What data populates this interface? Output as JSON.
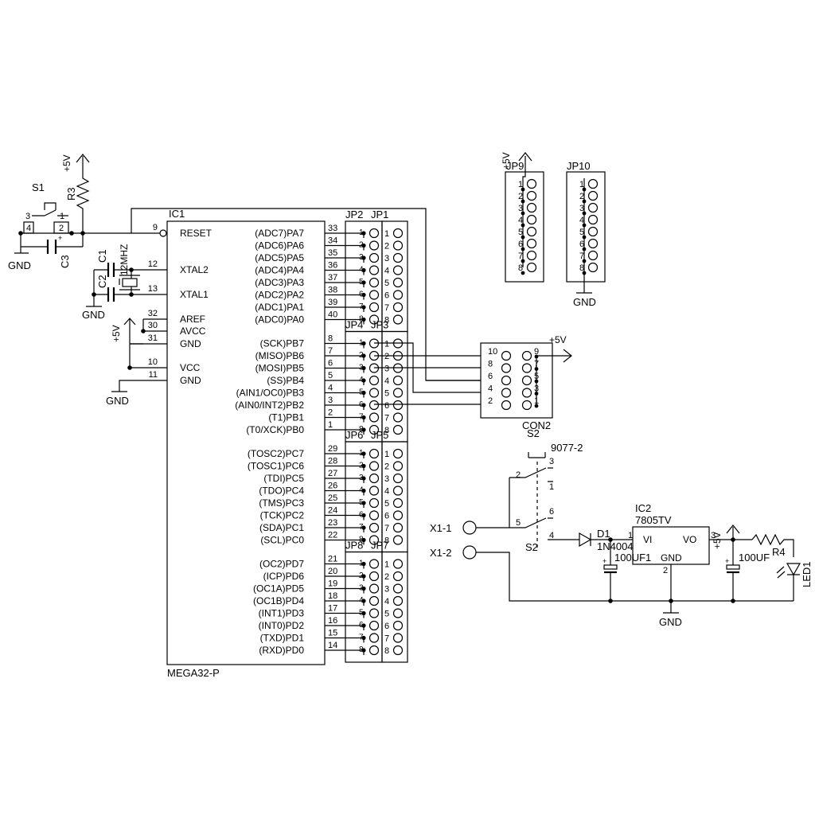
{
  "ic1": {
    "ref": "IC1",
    "part": "MEGA32-P",
    "left_pins": [
      {
        "num": "9",
        "name": "RESET"
      },
      {
        "num": "12",
        "name": "XTAL2"
      },
      {
        "num": "13",
        "name": "XTAL1"
      },
      {
        "num": "32",
        "name": "AREF"
      },
      {
        "num": "30",
        "name": "AVCC"
      },
      {
        "num": "31",
        "name": "GND"
      },
      {
        "num": "10",
        "name": "VCC"
      },
      {
        "num": "11",
        "name": "GND"
      }
    ],
    "right_pins": [
      {
        "num": "33",
        "name": "(ADC7)PA7"
      },
      {
        "num": "34",
        "name": "(ADC6)PA6"
      },
      {
        "num": "35",
        "name": "(ADC5)PA5"
      },
      {
        "num": "36",
        "name": "(ADC4)PA4"
      },
      {
        "num": "37",
        "name": "(ADC3)PA3"
      },
      {
        "num": "38",
        "name": "(ADC2)PA2"
      },
      {
        "num": "39",
        "name": "(ADC1)PA1"
      },
      {
        "num": "40",
        "name": "(ADC0)PA0"
      },
      {
        "num": "8",
        "name": "(SCK)PB7"
      },
      {
        "num": "7",
        "name": "(MISO)PB6"
      },
      {
        "num": "6",
        "name": "(MOSI)PB5"
      },
      {
        "num": "5",
        "name": "(SS)PB4"
      },
      {
        "num": "4",
        "name": "(AIN1/OC0)PB3"
      },
      {
        "num": "3",
        "name": "(AIN0/INT2)PB2"
      },
      {
        "num": "2",
        "name": "(T1)PB1"
      },
      {
        "num": "1",
        "name": "(T0/XCK)PB0"
      },
      {
        "num": "29",
        "name": "(TOSC2)PC7"
      },
      {
        "num": "28",
        "name": "(TOSC1)PC6"
      },
      {
        "num": "27",
        "name": "(TDI)PC5"
      },
      {
        "num": "26",
        "name": "(TDO)PC4"
      },
      {
        "num": "25",
        "name": "(TMS)PC3"
      },
      {
        "num": "24",
        "name": "(TCK)PC2"
      },
      {
        "num": "23",
        "name": "(SDA)PC1"
      },
      {
        "num": "22",
        "name": "(SCL)PC0"
      },
      {
        "num": "21",
        "name": "(OC2)PD7"
      },
      {
        "num": "20",
        "name": "(ICP)PD6"
      },
      {
        "num": "19",
        "name": "(OC1A)PD5"
      },
      {
        "num": "18",
        "name": "(OC1B)PD4"
      },
      {
        "num": "17",
        "name": "(INT1)PD3"
      },
      {
        "num": "16",
        "name": "(INT0)PD2"
      },
      {
        "num": "15",
        "name": "(TXD)PD1"
      },
      {
        "num": "14",
        "name": "(RXD)PD0"
      }
    ]
  },
  "headers": {
    "block_a": [
      "JP2",
      "JP1"
    ],
    "block_b": [
      "JP4",
      "JP3"
    ],
    "block_c": [
      "JP6",
      "JP5"
    ],
    "block_d": [
      "JP8",
      "JP7"
    ],
    "pin_numbers": [
      "1",
      "2",
      "3",
      "4",
      "5",
      "6",
      "7",
      "8"
    ]
  },
  "jp9": {
    "ref": "JP9",
    "supply": "+5V"
  },
  "jp10": {
    "ref": "JP10",
    "ground": "GND"
  },
  "isp": {
    "ref": "CON2",
    "supply": "+5V",
    "left_numbers": [
      "10",
      "8",
      "6",
      "4",
      "2"
    ],
    "right_numbers": [
      "9",
      "7",
      "5",
      "3",
      "1"
    ]
  },
  "reset_circuit": {
    "switch_ref": "S1",
    "switch_pins": [
      "3",
      "4",
      "1",
      "2"
    ],
    "resistor_ref": "R3",
    "cap_ref": "C3",
    "supply": "+5V",
    "ground": "GND"
  },
  "crystal_circuit": {
    "cap1_ref": "C1",
    "cap2_ref": "C2",
    "crystal": "12MHZ",
    "ground": "GND"
  },
  "power_pins": {
    "supply": "+5V",
    "ground": "GND"
  },
  "power_supply": {
    "switch_ref": "S2",
    "switch_part": "9077-2",
    "switch_pins": [
      "3",
      "2",
      "1",
      "6",
      "5",
      "4"
    ],
    "inputs": [
      "X1-1",
      "X1-2"
    ],
    "diode_ref": "D1",
    "diode_part": "1N4004",
    "cap_in": "100UF1",
    "regulator_ref": "IC2",
    "regulator_part": "7805TV",
    "reg_pin_vi": "VI",
    "reg_pin_vo": "VO",
    "reg_pin_gnd": "GND",
    "reg_pin_nums": [
      "1",
      "2",
      "3"
    ],
    "cap_out": "100UF",
    "resistor_ref": "R4",
    "led_ref": "LED1",
    "supply": "+5V",
    "ground": "GND"
  }
}
